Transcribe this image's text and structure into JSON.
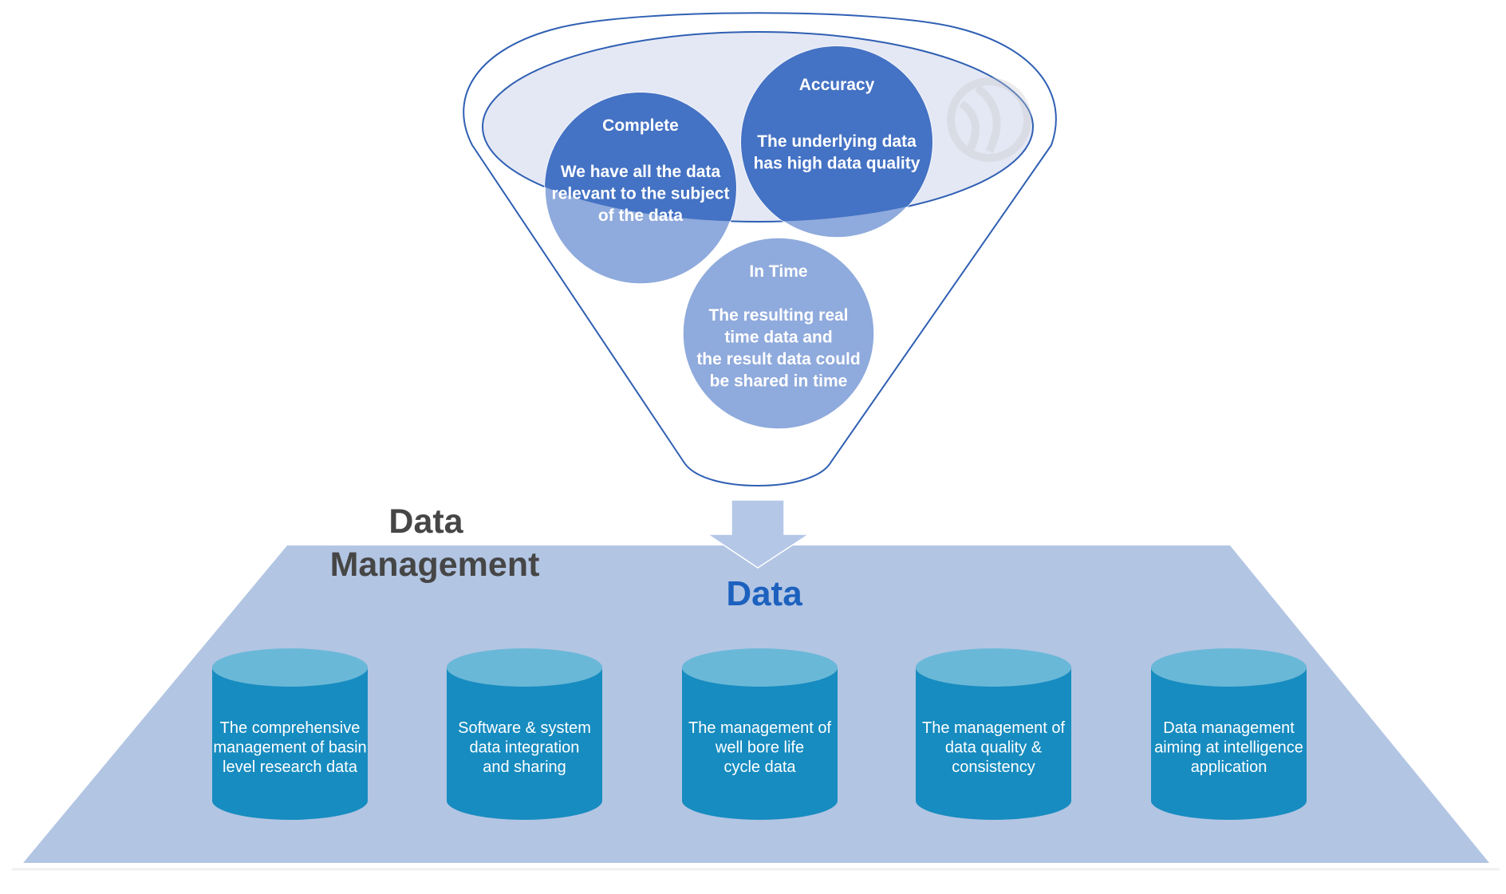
{
  "diagram": {
    "title_line1": "Data",
    "title_line2": "Management",
    "platform_label": "Data",
    "funnel": {
      "circles": [
        {
          "title": "Complete",
          "lines": [
            "We have all the data",
            "relevant to the subject",
            "of the data"
          ]
        },
        {
          "title": "Accuracy",
          "lines": [
            "The underlying data",
            "has high data quality"
          ]
        },
        {
          "title": "In Time",
          "lines": [
            "The resulting real",
            "time data and",
            "the result data could",
            "be shared in time"
          ]
        }
      ]
    },
    "databases": [
      {
        "lines": [
          "The comprehensive",
          "management of basin",
          "level research data"
        ]
      },
      {
        "lines": [
          "Software & system",
          "data integration",
          "and sharing"
        ]
      },
      {
        "lines": [
          "The management of",
          "well bore life",
          "cycle data"
        ]
      },
      {
        "lines": [
          "The management of",
          "data quality &",
          "consistency"
        ]
      },
      {
        "lines": [
          "Data management",
          "aiming at intelligence",
          "application"
        ]
      }
    ],
    "colors": {
      "funnel_stroke": "#2f5fb3",
      "funnel_inner_fill": "#e4e8f4",
      "circle_dark": "#4472c4",
      "circle_light": "#8faadc",
      "platform_fill": "#b2c5e3",
      "arrow_fill": "#b4c7e7",
      "cylinder_top": "#6ab8d8",
      "cylinder_body": "#178cc0",
      "title_text": "#464646",
      "platform_label_text": "#1c61be"
    }
  }
}
